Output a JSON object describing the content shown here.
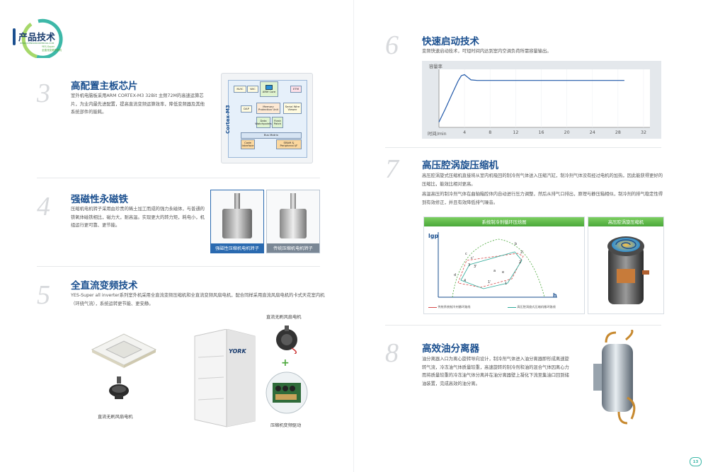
{
  "header": {
    "title": "产品技术",
    "url_line": "WWW.JOHNSONCONTROLS.COM",
    "brand_line1": "YES-Super",
    "brand_line2": "全直流变频多联机"
  },
  "sections": [
    {
      "num": "3",
      "title": "高配置主板芯片",
      "body": "室外机电脑板采用ARM CORTEX-M3 32Bit 主频72M的高速运算芯片，为业内最先进配置，提高直流变频运算效率，降低变频器及其他系统部件的能耗。"
    },
    {
      "num": "4",
      "title": "强磁性永磁铁",
      "body": "压缩机电机转子采用由珍贵的稀土加工而成的强力永磁体，与普通的铁氧体磁铁相比，磁力大，耐高温。实现更大的转力矩，耗电小，机组运行更可靠、更节能。"
    },
    {
      "num": "5",
      "title": "全直流变频技术",
      "body": "YES-Super all inverter系列室外机采用全直流变频压缩机和全直流变频风扇电机，配合同样采用直流风扇电机的卡式天花室内机（环绕气流），系统运转更节能、更安静。"
    },
    {
      "num": "6",
      "title": "快速启动技术",
      "body": "变频快速启动技术，可短时间内达到室内空调负荷所需容量输出。"
    },
    {
      "num": "7",
      "title": "高压腔涡旋压缩机",
      "body1": "高压腔涡旋式压缩机直接将从室内机吸回的制冷剂气体送入压缩汽缸，制冷剂气体没有经过电机的加热，因此能获得更好的压缩比，能效比相对更高。",
      "body2": "高温高压的制冷剂气体在曲轴箱腔体内自动进行压力调整，然后从排气口排出，原理与静压箱相似，制冷剂的排气稳定性得到有效修正，并且有效降低排气噪音。"
    },
    {
      "num": "8",
      "title": "高效油分离器",
      "body": "油分离器入口为离心旋转导向设计，制冷剂气体进入油分离器即形成离速旋转气流，冷冻油气体质量较重，高速旋转的制冷剂和油的混合气体因离心力而将质量较重的冷冻油气体分离并在油分离器壁上凝化下流至集油口回到储油装置，完成高效的油分离。"
    }
  ],
  "chip_diagram": {
    "label_vertical": "Cortex-M3",
    "blocks": {
      "nvic": "NVIC",
      "wic": "WIC",
      "arm_core": "ARM Core",
      "etm": "ETM",
      "dap": "DAP",
      "mpu": "Memory Protection Unit",
      "swv": "Serial Wire Viewer",
      "data_watch": "Data Watchpoints",
      "flash_patch": "Flash Patch",
      "bus_matrix": "Bus Matrix",
      "code_if": "Code Interface",
      "sram_if": "SRAM & Peripheral I/F"
    }
  },
  "rotors": {
    "strong": "强磁性压缩机电机转子",
    "normal": "传统压缩机电机转子"
  },
  "dc_labels": {
    "indoor_motor": "直流无刷风扇电机",
    "outdoor_motor": "直流无刷风扇电机",
    "compressor_drive": "压缩机变频驱动",
    "brand": "YORK",
    "plus": "+"
  },
  "startup_chart": {
    "ylabel": "容量率",
    "xlabel": "时间/min",
    "ticks": [
      "4",
      "8",
      "12",
      "16",
      "20",
      "24",
      "28",
      "32"
    ]
  },
  "chart_data": {
    "type": "line",
    "title": "",
    "xlabel": "时间/min",
    "ylabel": "容量率",
    "x": [
      0,
      1,
      2,
      3,
      3.5,
      4,
      4.5,
      5,
      6,
      8,
      12,
      16,
      20,
      24,
      28,
      29
    ],
    "series": [
      {
        "values": [
          10,
          35,
          62,
          88,
          98,
          100,
          95,
          90,
          89,
          89,
          89,
          89,
          89,
          89,
          89,
          89
        ]
      }
    ],
    "xticks": [
      4,
      8,
      12,
      16,
      20,
      24,
      28,
      32
    ],
    "xlim": [
      0,
      33
    ],
    "ylim": [
      0,
      110
    ],
    "grid": true,
    "legend": "none"
  },
  "ph_panel": {
    "header": "系统制冷剂循环压焓图",
    "ylabel": "lgp",
    "xlabel": "h",
    "points": [
      "b",
      "2'",
      "c",
      "c'",
      "2",
      "3",
      "3'",
      "a",
      "e",
      "1'",
      "d",
      "4",
      "1"
    ],
    "legend1": "传统系统制冷剂循环路线",
    "legend2": "高压腔涡旋式压缩机循环路线"
  },
  "scroll_panel": {
    "header": "高压腔涡旋压缩机"
  },
  "page_number": "13"
}
